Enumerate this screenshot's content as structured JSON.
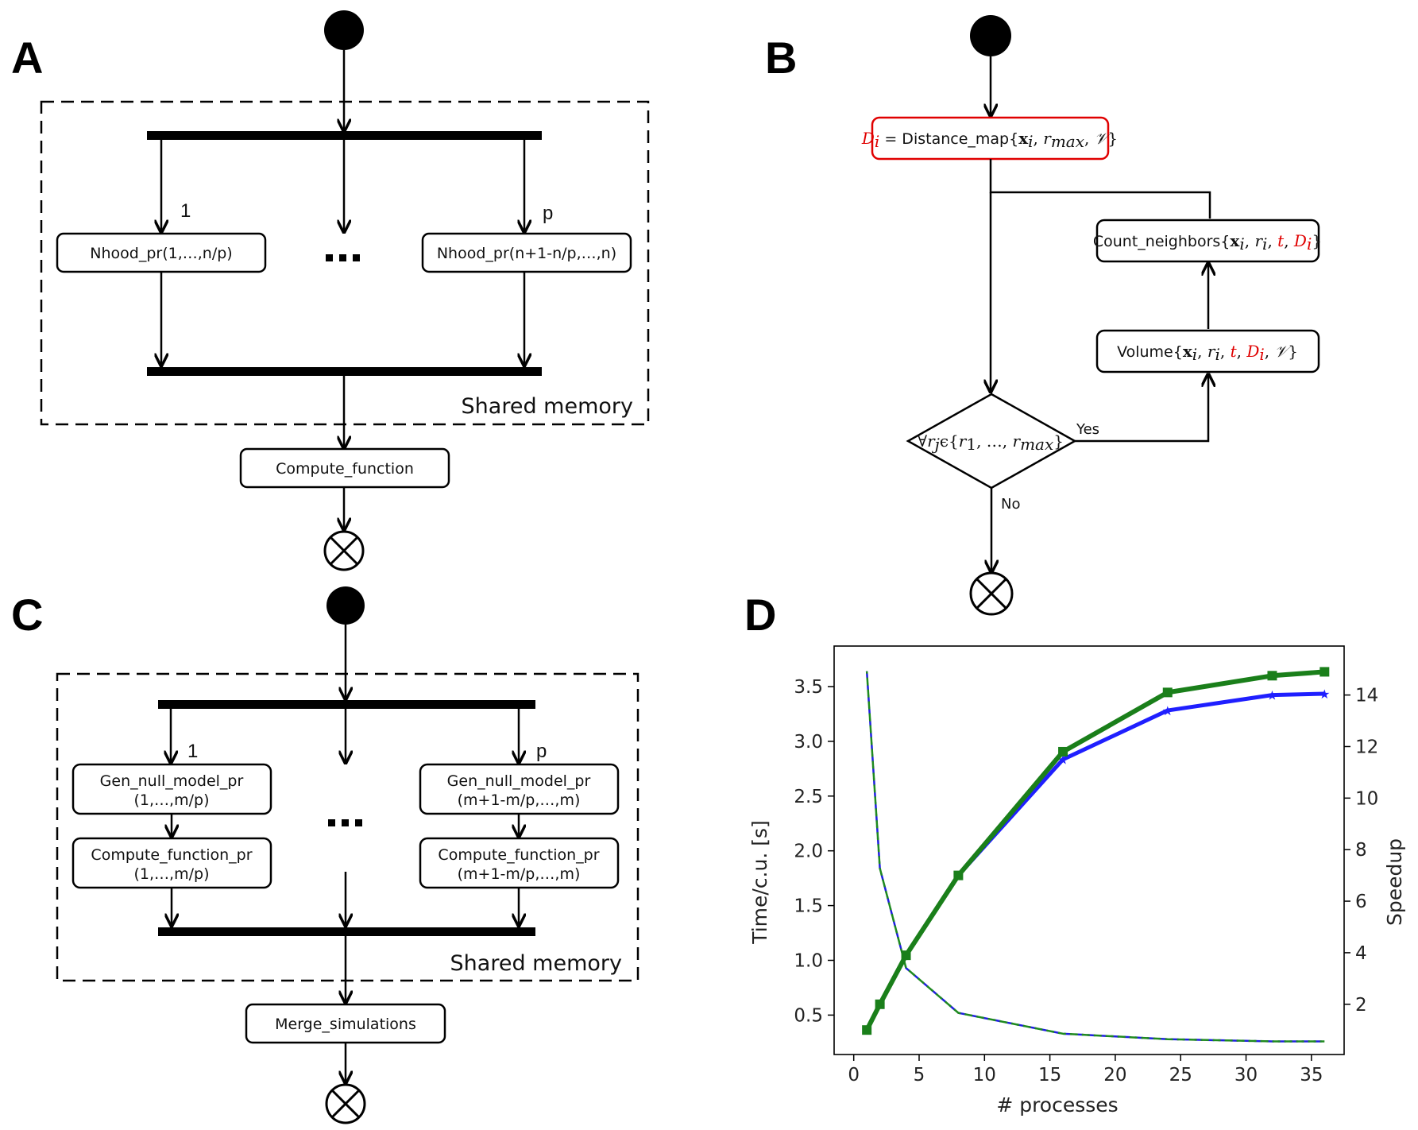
{
  "panels": {
    "A": {
      "letter": "A",
      "branch_first": "1",
      "branch_last": "p",
      "box_left": "Nhood_pr(1,…,n/p)",
      "box_right": "Nhood_pr(n+1-n/p,…,n)",
      "ellipsis": "…",
      "shared_memory": "Shared memory",
      "compute": "Compute_function"
    },
    "B": {
      "letter": "B",
      "distance_map_var": "D",
      "distance_map_sub": "i",
      "distance_map_text": " = Distance_map{",
      "distance_map_args": "x",
      "count_neighbors": "Count_neighbors{",
      "volume": "Volume{",
      "loop_condition": "∀r",
      "yes": "Yes",
      "no": "No"
    },
    "C": {
      "letter": "C",
      "branch_first": "1",
      "branch_last": "p",
      "gen_left_1": "Gen_null_model_pr",
      "gen_left_2": "(1,…,m/p)",
      "gen_right_1": "Gen_null_model_pr",
      "gen_right_2": "(m+1-m/p,…,m)",
      "comp_left_1": "Compute_function_pr",
      "comp_left_2": "(1,…,m/p)",
      "comp_right_1": "Compute_function_pr",
      "comp_right_2": "(m+1-m/p,…,m)",
      "ellipsis": "…",
      "shared_memory": "Shared memory",
      "merge": "Merge_simulations"
    },
    "D": {
      "letter": "D"
    }
  },
  "chart_data": {
    "type": "line",
    "xlabel": "# processes",
    "ylabel": "Time/c.u. [s]",
    "y2label": "Speedup",
    "xlim": [
      -1.5,
      37.5
    ],
    "ylim": [
      0.14,
      3.87
    ],
    "y2lim": [
      0.05,
      15.9
    ],
    "xticks": [
      0,
      5,
      10,
      15,
      20,
      25,
      30,
      35
    ],
    "yticks": [
      0.5,
      1.0,
      1.5,
      2.0,
      2.5,
      3.0,
      3.5
    ],
    "y2ticks": [
      2,
      4,
      6,
      8,
      10,
      12,
      14
    ],
    "x": [
      1,
      2,
      4,
      8,
      16,
      24,
      32,
      36
    ],
    "series": [
      {
        "axis": "left",
        "style": "dashed",
        "color": "#1f1fe0",
        "values": [
          3.64,
          1.84,
          0.93,
          0.52,
          0.33,
          0.28,
          0.26,
          0.26
        ]
      },
      {
        "axis": "left",
        "style": "dashed",
        "color": "#1f8a1f",
        "values": [
          3.64,
          1.84,
          0.93,
          0.52,
          0.33,
          0.28,
          0.26,
          0.26
        ]
      },
      {
        "axis": "right",
        "style": "solid",
        "marker": "star",
        "color": "#1f1fff",
        "values": [
          1.0,
          2.0,
          3.9,
          7.0,
          11.5,
          13.4,
          14.0,
          14.05
        ]
      },
      {
        "axis": "right",
        "style": "solid",
        "marker": "square",
        "color": "#1a7f1a",
        "values": [
          1.0,
          2.0,
          3.9,
          7.0,
          11.8,
          14.1,
          14.75,
          14.9
        ]
      }
    ]
  }
}
